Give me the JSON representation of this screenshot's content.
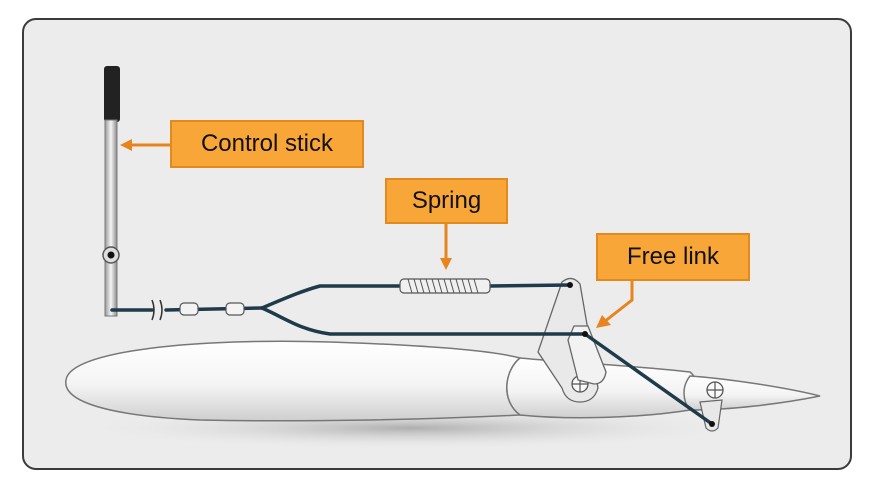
{
  "labels": {
    "control_stick": "Control stick",
    "spring": "Spring",
    "free_link": "Free link"
  },
  "colors": {
    "background": "#ececec",
    "frame_border": "#3b3b3b",
    "callout_fill": "#f7a637",
    "callout_border": "#e28a1d",
    "cable": "#1f3a4a",
    "surface": "#f2f2f2"
  }
}
